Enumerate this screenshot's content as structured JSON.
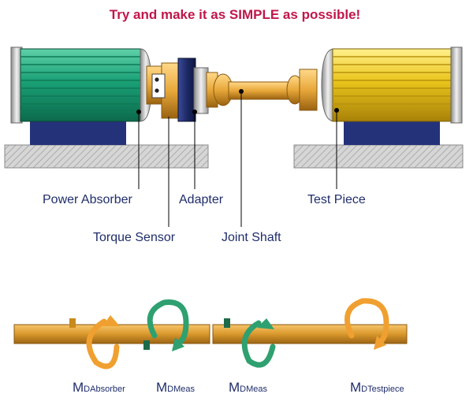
{
  "headline": "Try and make it as SIMPLE as possible!",
  "labels": {
    "power_absorber": "Power Absorber",
    "torque_sensor": "Torque Sensor",
    "adapter": "Adapter",
    "joint_shaft": "Joint Shaft",
    "test_piece": "Test Piece"
  },
  "moments": {
    "absorber": {
      "main": "M",
      "sub": "DAbsorber"
    },
    "meas_left": {
      "main": "M",
      "sub": "DMeas"
    },
    "meas_right": {
      "main": "M",
      "sub": "DMeas"
    },
    "testpiece": {
      "main": "M",
      "sub": "DTestpiece"
    }
  },
  "colors": {
    "headline": "#c0174a",
    "label_text": "#1f2d6b",
    "motor_green": "#1aa076",
    "motor_yellow": "#e9c41b",
    "base_blue": "#24327a",
    "shaft_orange": "#e8a83a",
    "arrow_orange": "#f0a030",
    "arrow_green": "#2fa070",
    "sensor_navy": "#1e2a66"
  }
}
